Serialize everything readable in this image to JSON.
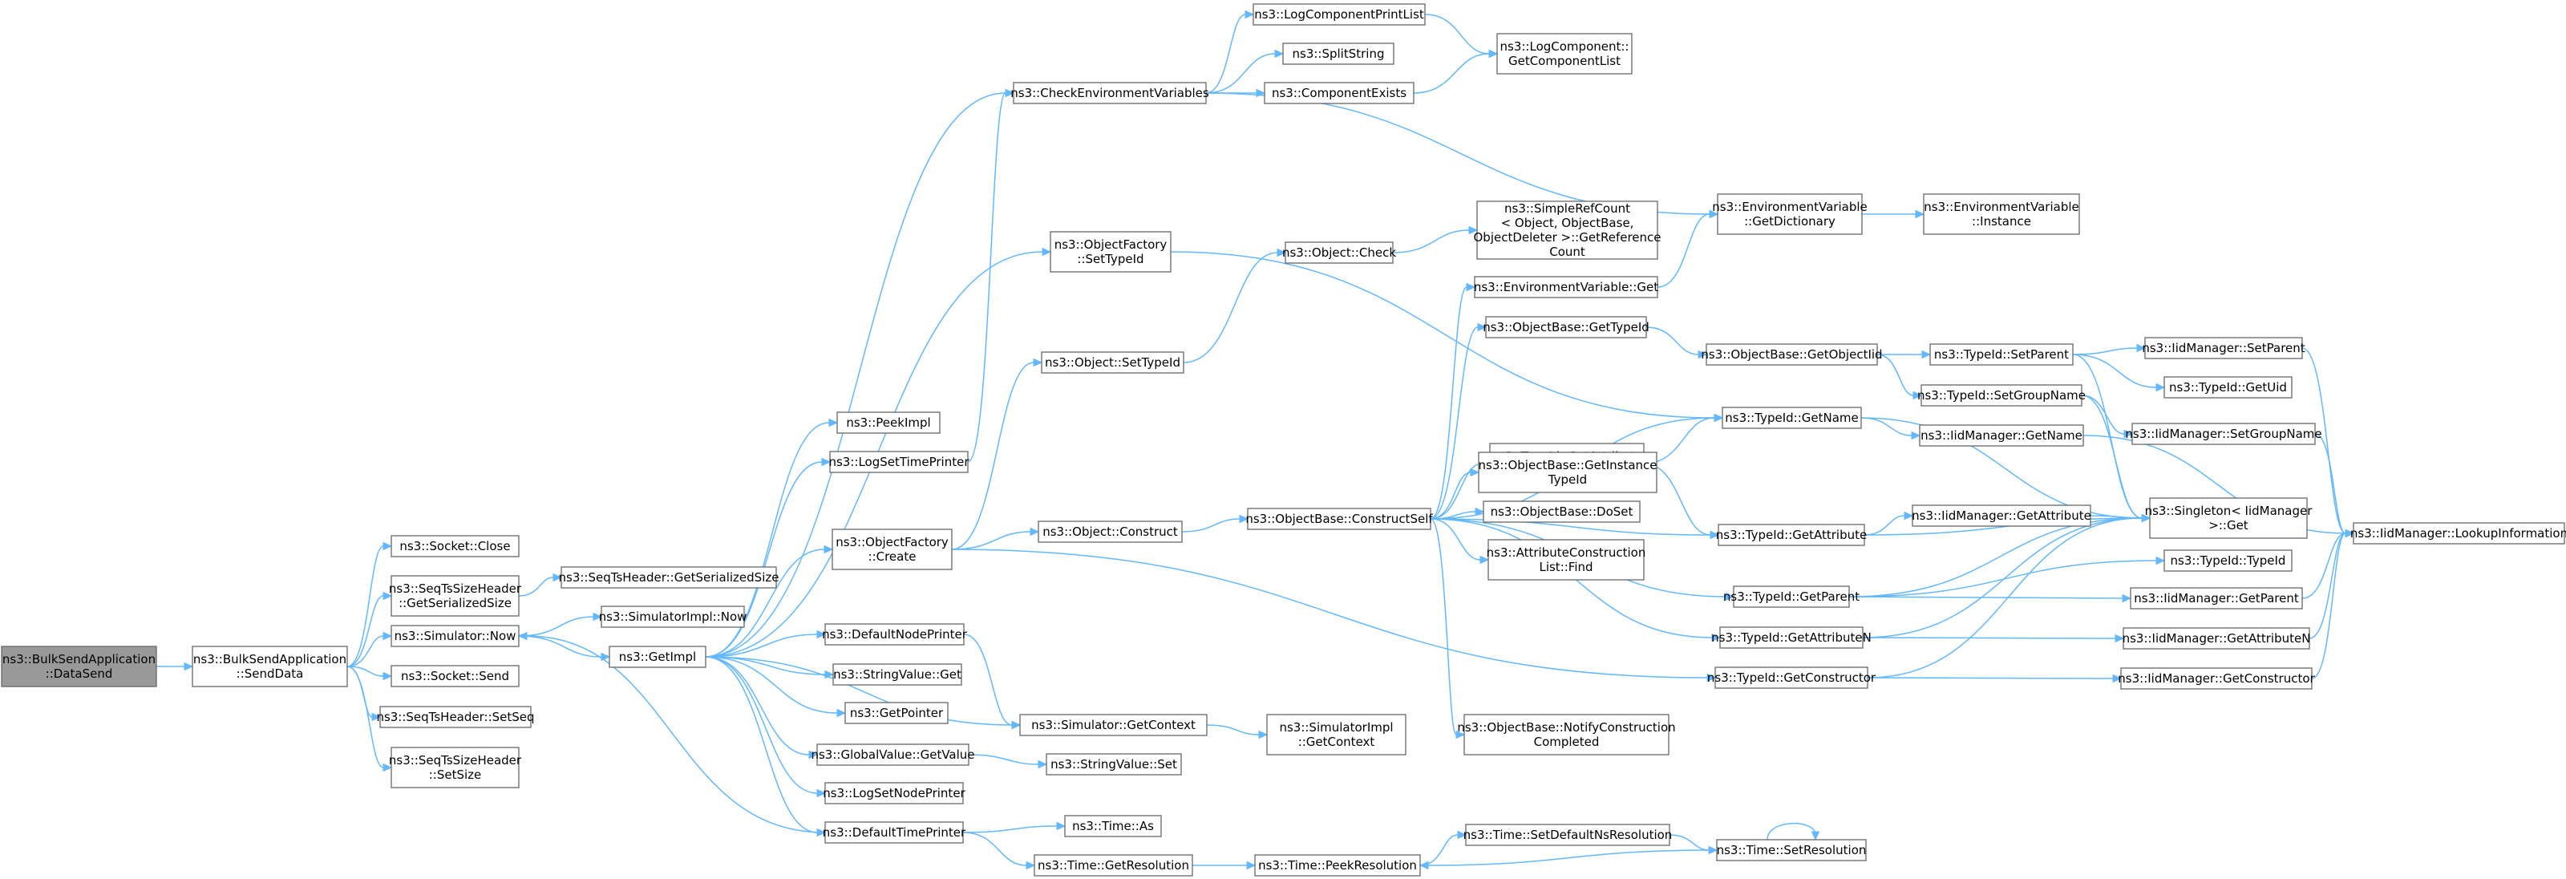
{
  "nodes": [
    {
      "id": "root",
      "lines": [
        "ns3::BulkSendApplication",
        "::DataSend"
      ],
      "root": true
    },
    {
      "id": "senddata",
      "lines": [
        "ns3::BulkSendApplication",
        "::SendData"
      ]
    },
    {
      "id": "socket_close",
      "lines": [
        "ns3::Socket::Close"
      ]
    },
    {
      "id": "seqts_gss",
      "lines": [
        "ns3::SeqTsSizeHeader",
        "::GetSerializedSize"
      ]
    },
    {
      "id": "seqtsh_gss",
      "lines": [
        "ns3::SeqTsHeader::GetSerializedSize"
      ]
    },
    {
      "id": "sim_now",
      "lines": [
        "ns3::Simulator::Now"
      ]
    },
    {
      "id": "simimpl_now",
      "lines": [
        "ns3::SimulatorImpl::Now"
      ]
    },
    {
      "id": "socket_send",
      "lines": [
        "ns3::Socket::Send"
      ]
    },
    {
      "id": "seqts_setseq",
      "lines": [
        "ns3::SeqTsHeader::SetSeq"
      ]
    },
    {
      "id": "seqts_setsize",
      "lines": [
        "ns3::SeqTsSizeHeader",
        "::SetSize"
      ]
    },
    {
      "id": "getimpl",
      "lines": [
        "ns3::GetImpl"
      ]
    },
    {
      "id": "peekimpl",
      "lines": [
        "ns3::PeekImpl"
      ]
    },
    {
      "id": "logsettimeprinter",
      "lines": [
        "ns3::LogSetTimePrinter"
      ]
    },
    {
      "id": "objfactory_create",
      "lines": [
        "ns3::ObjectFactory",
        "::Create"
      ]
    },
    {
      "id": "defaultnodeprinter",
      "lines": [
        "ns3::DefaultNodePrinter"
      ]
    },
    {
      "id": "stringvalue_get",
      "lines": [
        "ns3::StringValue::Get"
      ]
    },
    {
      "id": "getpointer",
      "lines": [
        "ns3::GetPointer"
      ]
    },
    {
      "id": "globalvalue_getvalue",
      "lines": [
        "ns3::GlobalValue::GetValue"
      ]
    },
    {
      "id": "logsetnodeprinter",
      "lines": [
        "ns3::LogSetNodePrinter"
      ]
    },
    {
      "id": "defaulttimeprinter",
      "lines": [
        "ns3::DefaultTimePrinter"
      ]
    },
    {
      "id": "checkenv",
      "lines": [
        "ns3::CheckEnvironmentVariables"
      ]
    },
    {
      "id": "objfactory_settypeid",
      "lines": [
        "ns3::ObjectFactory",
        "::SetTypeId"
      ]
    },
    {
      "id": "object_settypeid",
      "lines": [
        "ns3::Object::SetTypeId"
      ]
    },
    {
      "id": "object_construct",
      "lines": [
        "ns3::Object::Construct"
      ]
    },
    {
      "id": "sim_getcontext",
      "lines": [
        "ns3::Simulator::GetContext"
      ]
    },
    {
      "id": "stringvalue_set",
      "lines": [
        "ns3::StringValue::Set"
      ]
    },
    {
      "id": "time_as",
      "lines": [
        "ns3::Time::As"
      ]
    },
    {
      "id": "time_getresolution",
      "lines": [
        "ns3::Time::GetResolution"
      ]
    },
    {
      "id": "logcompprintlist",
      "lines": [
        "ns3::LogComponentPrintList"
      ]
    },
    {
      "id": "splitstring",
      "lines": [
        "ns3::SplitString"
      ]
    },
    {
      "id": "componentexists",
      "lines": [
        "ns3::ComponentExists"
      ]
    },
    {
      "id": "object_check",
      "lines": [
        "ns3::Object::Check"
      ]
    },
    {
      "id": "construct_self",
      "lines": [
        "ns3::ObjectBase::ConstructSelf"
      ]
    },
    {
      "id": "simimpl_getcontext",
      "lines": [
        "ns3::SimulatorImpl",
        "::GetContext"
      ]
    },
    {
      "id": "time_peekresolution",
      "lines": [
        "ns3::Time::PeekResolution"
      ]
    },
    {
      "id": "logcomp_getcomplist",
      "lines": [
        "ns3::LogComponent::",
        "GetComponentList"
      ]
    },
    {
      "id": "simplerefcount",
      "lines": [
        "ns3::SimpleRefCount",
        "< Object, ObjectBase,",
        " ObjectDeleter >::GetReference",
        "Count"
      ]
    },
    {
      "id": "envvar_get",
      "lines": [
        "ns3::EnvironmentVariable::Get"
      ]
    },
    {
      "id": "objbase_gettypeid",
      "lines": [
        "ns3::ObjectBase::GetTypeId"
      ]
    },
    {
      "id": "typeid_getattrfullname",
      "lines": [
        "ns3::TypeId::GetAttribute",
        "FullName"
      ]
    },
    {
      "id": "objbase_getinstancetypeid",
      "lines": [
        "ns3::ObjectBase::GetInstance",
        "TypeId"
      ]
    },
    {
      "id": "objbase_doset",
      "lines": [
        "ns3::ObjectBase::DoSet"
      ]
    },
    {
      "id": "attrconstructionlist_find",
      "lines": [
        "ns3::AttributeConstruction",
        "List::Find"
      ]
    },
    {
      "id": "objbase_notify",
      "lines": [
        "ns3::ObjectBase::NotifyConstruction",
        "Completed"
      ]
    },
    {
      "id": "time_setdefaultnsres",
      "lines": [
        "ns3::Time::SetDefaultNsResolution"
      ]
    },
    {
      "id": "envvar_getdictionary",
      "lines": [
        "ns3::EnvironmentVariable",
        "::GetDictionary"
      ]
    },
    {
      "id": "objbase_getobjectiid",
      "lines": [
        "ns3::ObjectBase::GetObjectIid"
      ]
    },
    {
      "id": "typeid_getname",
      "lines": [
        "ns3::TypeId::GetName"
      ]
    },
    {
      "id": "typeid_getattribute",
      "lines": [
        "ns3::TypeId::GetAttribute"
      ]
    },
    {
      "id": "typeid_getparent",
      "lines": [
        "ns3::TypeId::GetParent"
      ]
    },
    {
      "id": "typeid_getattributen",
      "lines": [
        "ns3::TypeId::GetAttributeN"
      ]
    },
    {
      "id": "typeid_getconstructor",
      "lines": [
        "ns3::TypeId::GetConstructor"
      ]
    },
    {
      "id": "time_setresolution",
      "lines": [
        "ns3::Time::SetResolution"
      ]
    },
    {
      "id": "envvar_instance",
      "lines": [
        "ns3::EnvironmentVariable",
        "::Instance"
      ]
    },
    {
      "id": "typeid_setparent",
      "lines": [
        "ns3::TypeId::SetParent"
      ]
    },
    {
      "id": "typeid_setgroupname",
      "lines": [
        "ns3::TypeId::SetGroupName"
      ]
    },
    {
      "id": "iidmgr_getname",
      "lines": [
        "ns3::IidManager::GetName"
      ]
    },
    {
      "id": "iidmgr_getattribute",
      "lines": [
        "ns3::IidManager::GetAttribute"
      ]
    },
    {
      "id": "singleton_get",
      "lines": [
        "ns3::Singleton< IidManager",
        " >::Get"
      ]
    },
    {
      "id": "typeid_typeid",
      "lines": [
        "ns3::TypeId::TypeId"
      ]
    },
    {
      "id": "iidmgr_getparent",
      "lines": [
        "ns3::IidManager::GetParent"
      ]
    },
    {
      "id": "iidmgr_getattributen",
      "lines": [
        "ns3::IidManager::GetAttributeN"
      ]
    },
    {
      "id": "iidmgr_getconstructor",
      "lines": [
        "ns3::IidManager::GetConstructor"
      ]
    },
    {
      "id": "iidmgr_setparent",
      "lines": [
        "ns3::IidManager::SetParent"
      ]
    },
    {
      "id": "typeid_getuid",
      "lines": [
        "ns3::TypeId::GetUid"
      ]
    },
    {
      "id": "iidmgr_setgroupname",
      "lines": [
        "ns3::IidManager::SetGroupName"
      ]
    },
    {
      "id": "iidmgr_lookupinfo",
      "lines": [
        "ns3::IidManager::LookupInformation"
      ]
    }
  ],
  "edges": [
    [
      "root",
      "senddata"
    ],
    [
      "senddata",
      "socket_close"
    ],
    [
      "senddata",
      "seqts_gss"
    ],
    [
      "senddata",
      "sim_now"
    ],
    [
      "senddata",
      "socket_send"
    ],
    [
      "senddata",
      "seqts_setseq"
    ],
    [
      "senddata",
      "seqts_setsize"
    ],
    [
      "seqts_gss",
      "seqtsh_gss"
    ],
    [
      "sim_now",
      "simimpl_now"
    ],
    [
      "sim_now",
      "getimpl"
    ],
    [
      "defaulttimeprinter",
      "sim_now"
    ],
    [
      "getimpl",
      "peekimpl"
    ],
    [
      "getimpl",
      "logsettimeprinter"
    ],
    [
      "getimpl",
      "objfactory_create"
    ],
    [
      "getimpl",
      "defaultnodeprinter"
    ],
    [
      "getimpl",
      "stringvalue_get"
    ],
    [
      "getimpl",
      "getpointer"
    ],
    [
      "getimpl",
      "globalvalue_getvalue"
    ],
    [
      "getimpl",
      "logsetnodeprinter"
    ],
    [
      "getimpl",
      "defaulttimeprinter"
    ],
    [
      "getimpl",
      "checkenv"
    ],
    [
      "getimpl",
      "objfactory_settypeid"
    ],
    [
      "getimpl",
      "sim_getcontext"
    ],
    [
      "logsettimeprinter",
      "checkenv"
    ],
    [
      "objfactory_create",
      "object_settypeid"
    ],
    [
      "objfactory_create",
      "object_construct"
    ],
    [
      "objfactory_create",
      "typeid_getconstructor"
    ],
    [
      "defaultnodeprinter",
      "sim_getcontext"
    ],
    [
      "globalvalue_getvalue",
      "stringvalue_set"
    ],
    [
      "defaulttimeprinter",
      "time_as"
    ],
    [
      "defaulttimeprinter",
      "time_getresolution"
    ],
    [
      "checkenv",
      "logcompprintlist"
    ],
    [
      "checkenv",
      "splitstring"
    ],
    [
      "checkenv",
      "componentexists"
    ],
    [
      "checkenv",
      "envvar_getdictionary"
    ],
    [
      "objfactory_settypeid",
      "typeid_getname"
    ],
    [
      "object_settypeid",
      "object_check"
    ],
    [
      "object_construct",
      "construct_self"
    ],
    [
      "sim_getcontext",
      "simimpl_getcontext"
    ],
    [
      "time_getresolution",
      "time_peekresolution"
    ],
    [
      "logcompprintlist",
      "logcomp_getcomplist"
    ],
    [
      "componentexists",
      "logcomp_getcomplist"
    ],
    [
      "object_check",
      "simplerefcount"
    ],
    [
      "construct_self",
      "envvar_get"
    ],
    [
      "construct_self",
      "objbase_gettypeid"
    ],
    [
      "construct_self",
      "typeid_getattrfullname"
    ],
    [
      "construct_self",
      "objbase_getinstancetypeid"
    ],
    [
      "construct_self",
      "objbase_doset"
    ],
    [
      "construct_self",
      "attrconstructionlist_find"
    ],
    [
      "construct_self",
      "objbase_notify"
    ],
    [
      "construct_self",
      "typeid_getname"
    ],
    [
      "construct_self",
      "typeid_getattribute"
    ],
    [
      "construct_self",
      "typeid_getparent"
    ],
    [
      "construct_self",
      "typeid_getattributen"
    ],
    [
      "envvar_get",
      "envvar_getdictionary"
    ],
    [
      "objbase_gettypeid",
      "objbase_getobjectiid"
    ],
    [
      "typeid_getattrfullname",
      "typeid_getname"
    ],
    [
      "typeid_getattrfullname",
      "typeid_getattribute"
    ],
    [
      "envvar_getdictionary",
      "envvar_instance"
    ],
    [
      "objbase_getobjectiid",
      "typeid_setparent"
    ],
    [
      "objbase_getobjectiid",
      "typeid_setgroupname"
    ],
    [
      "typeid_getname",
      "iidmgr_getname"
    ],
    [
      "typeid_getname",
      "singleton_get"
    ],
    [
      "typeid_getattribute",
      "iidmgr_getattribute"
    ],
    [
      "typeid_getattribute",
      "singleton_get"
    ],
    [
      "typeid_getparent",
      "singleton_get"
    ],
    [
      "typeid_getparent",
      "typeid_typeid"
    ],
    [
      "typeid_getparent",
      "iidmgr_getparent"
    ],
    [
      "typeid_getattributen",
      "singleton_get"
    ],
    [
      "typeid_getattributen",
      "iidmgr_getattributen"
    ],
    [
      "typeid_getconstructor",
      "singleton_get"
    ],
    [
      "typeid_getconstructor",
      "iidmgr_getconstructor"
    ],
    [
      "time_peekresolution",
      "time_setdefaultnsres"
    ],
    [
      "time_setdefaultnsres",
      "time_setresolution"
    ],
    [
      "time_setresolution",
      "time_peekresolution"
    ],
    [
      "time_setresolution",
      "time_setresolution"
    ],
    [
      "typeid_setparent",
      "iidmgr_setparent"
    ],
    [
      "typeid_setparent",
      "typeid_getuid"
    ],
    [
      "typeid_setparent",
      "singleton_get"
    ],
    [
      "typeid_setgroupname",
      "iidmgr_setgroupname"
    ],
    [
      "typeid_setgroupname",
      "singleton_get"
    ],
    [
      "iidmgr_getname",
      "iidmgr_lookupinfo"
    ],
    [
      "iidmgr_getattribute",
      "singleton_get"
    ],
    [
      "iidmgr_getparent",
      "iidmgr_lookupinfo"
    ],
    [
      "iidmgr_getattributen",
      "iidmgr_lookupinfo"
    ],
    [
      "iidmgr_getconstructor",
      "iidmgr_lookupinfo"
    ],
    [
      "iidmgr_setparent",
      "iidmgr_lookupinfo"
    ],
    [
      "iidmgr_setgroupname",
      "iidmgr_lookupinfo"
    ]
  ]
}
